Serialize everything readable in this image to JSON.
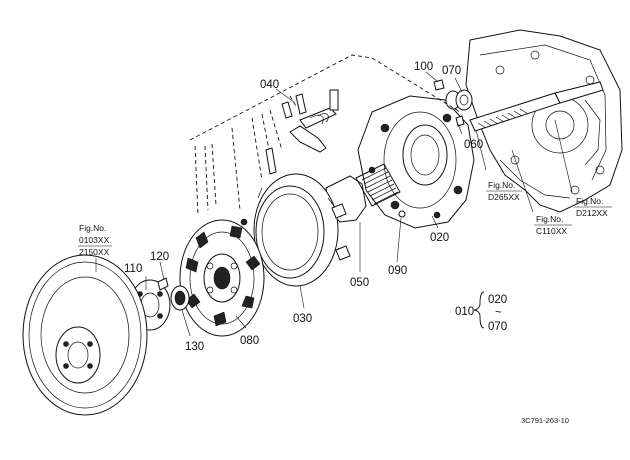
{
  "callouts": {
    "p010": "010",
    "p020": "020",
    "p030": "030",
    "p040": "040",
    "p050": "050",
    "p060": "060",
    "p070": "070",
    "p080": "080",
    "p090": "090",
    "p100": "100",
    "p110": "110",
    "p120": "120",
    "p130": "130"
  },
  "range_note": {
    "from": "020",
    "tilde": "~",
    "to": "070"
  },
  "fig_refs": {
    "flywheel": {
      "label": "Fig.No.",
      "line1": "0103XX",
      "line2": "2150XX"
    },
    "shaft": {
      "label": "Fig.No.",
      "line1": "D265XX"
    },
    "housing_c": {
      "label": "Fig.No.",
      "line1": "C110XX"
    },
    "housing_d": {
      "label": "Fig.No.",
      "line1": "D212XX"
    }
  },
  "drawing_code": "3C791-263-10"
}
